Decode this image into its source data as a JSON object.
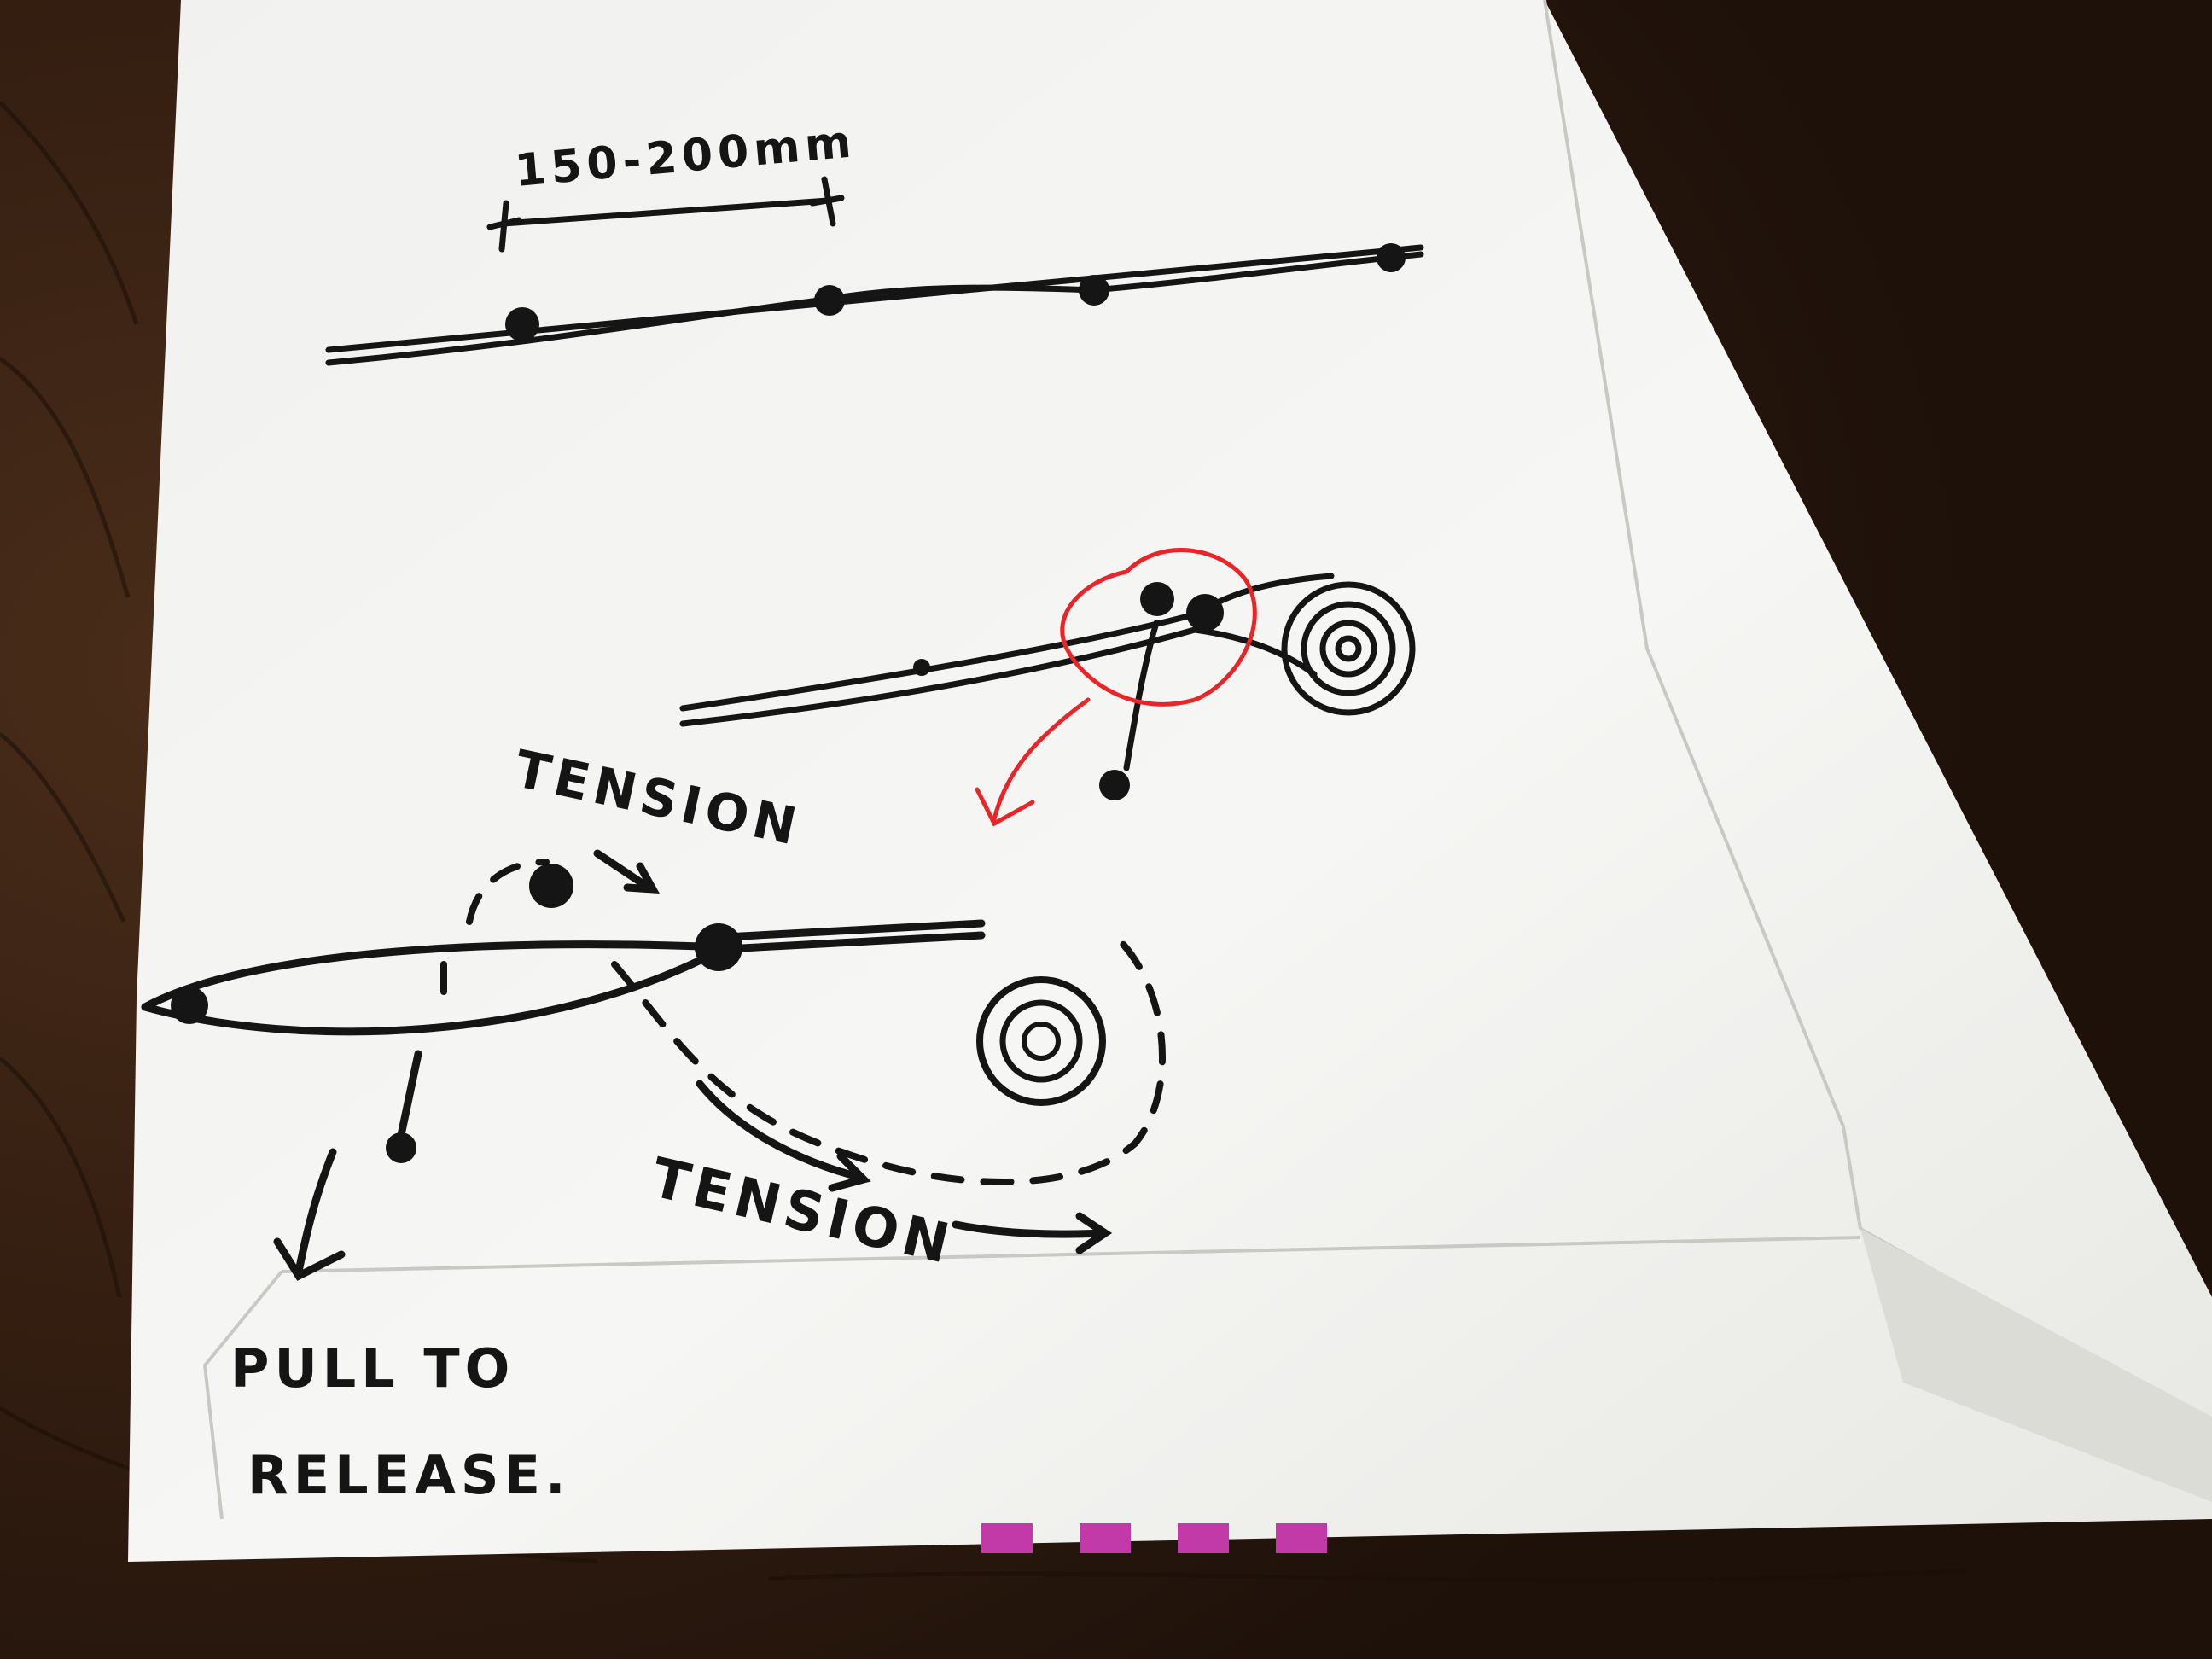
{
  "photo": {
    "subject": "hand-drawn sketch on a white envelope",
    "ink_color": "#151515",
    "annotation_color": "#e8262a",
    "envelope_color": "#f4f4f1",
    "table_color": "#3a2417",
    "stripe_color": "#c13aa8"
  },
  "labels": {
    "dimension": "150-200mm",
    "tension_upper": "TENSION",
    "tension_lower": "TENSION",
    "pull_line1": "PULL TO",
    "pull_line2": "RELEASE."
  }
}
